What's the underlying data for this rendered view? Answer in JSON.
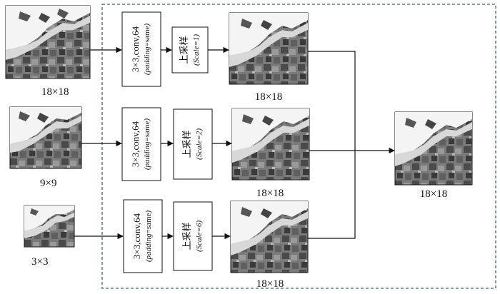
{
  "inputs": [
    {
      "size_label": "18×18"
    },
    {
      "size_label": "9×9"
    },
    {
      "size_label": "3×3"
    }
  ],
  "branches": [
    {
      "conv": {
        "main": "3×3,conv,64",
        "sub_italic": "padding",
        "sub_rest": "=same"
      },
      "upsample": {
        "main": "上采样",
        "sub": "(Scale=1)"
      },
      "output_label": "18×18"
    },
    {
      "conv": {
        "main": "3×3,conv,64",
        "sub_italic": "padding",
        "sub_rest": "=same"
      },
      "upsample": {
        "main": "上采样",
        "sub": "(Scale=2)"
      },
      "output_label": "18×18"
    },
    {
      "conv": {
        "main": "3×3,conv,64",
        "sub_italic": "padding",
        "sub_rest": "=same"
      },
      "upsample": {
        "main": "上采样",
        "sub": "(Scale=6)"
      },
      "output_label": "18×18"
    }
  ],
  "final": {
    "size_label": "18×18"
  },
  "colors": {
    "dashed_border": "#3a6b60",
    "line": "#111111"
  }
}
